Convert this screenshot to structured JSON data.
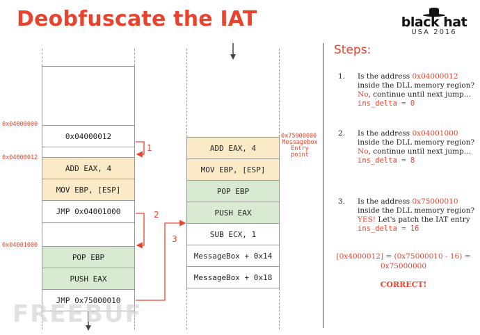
{
  "title": "Deobfuscate the IAT",
  "logo": {
    "brand": "black hat",
    "event": "USA 2016"
  },
  "left_column": {
    "cells": [
      {
        "text": "0x04000012",
        "color": "white"
      },
      {
        "text": "",
        "color": "white"
      },
      {
        "text": "ADD EAX, 4",
        "color": "yellow"
      },
      {
        "text": "MOV EBP, [ESP]",
        "color": "yellow"
      },
      {
        "text": "JMP 0x04001000",
        "color": "white"
      },
      {
        "text": "",
        "color": "white"
      },
      {
        "text": "POP EBP",
        "color": "green"
      },
      {
        "text": "PUSH EAX",
        "color": "green"
      },
      {
        "text": "JMP 0x75000010",
        "color": "white"
      }
    ],
    "addresses": [
      "0x04000000",
      "0x04000012",
      "0x04001000"
    ]
  },
  "right_column": {
    "cells": [
      {
        "text": "ADD EAX, 4",
        "color": "yellow"
      },
      {
        "text": "MOV EBP, [ESP]",
        "color": "yellow"
      },
      {
        "text": "POP EBP",
        "color": "green"
      },
      {
        "text": "PUSH EAX",
        "color": "green"
      },
      {
        "text": "SUB ECX, 1",
        "color": "white"
      },
      {
        "text": "MessageBox + 0x14",
        "color": "white"
      },
      {
        "text": "MessageBox + 0x18",
        "color": "white"
      }
    ],
    "address": "0x75000000",
    "entry_label": [
      "Messagebox",
      "Entry",
      "point"
    ]
  },
  "arrows": {
    "labels": [
      "1",
      "2",
      "3"
    ],
    "color": "#e8432d"
  },
  "steps": {
    "title": "Steps:",
    "items": [
      {
        "num": "1.",
        "pre": "Is the address ",
        "addr": "0x04000012",
        "mid": " inside the DLL memory region? ",
        "answer": "No",
        "post": ", continue until next jump…",
        "delta": "ins_delta = 0"
      },
      {
        "num": "2.",
        "pre": "Is the address ",
        "addr": "0x04001000",
        "mid": " inside the DLL memory region? ",
        "answer": "No",
        "post": ", continue until next jump…",
        "delta": "ins_delta = 8"
      },
      {
        "num": "3.",
        "pre": "Is the address ",
        "addr": "0x75000010",
        "mid": " inside the DLL memory region? ",
        "answer": "YES!",
        "post": " Let's patch the IAT entry",
        "delta": "ins_delta = 16"
      }
    ],
    "formula_line1": "[0x4000012] = (0x75000010 - 16) =",
    "formula_line2": "0x75000000",
    "result": "CORRECT!"
  },
  "watermark": "FREEBUF"
}
